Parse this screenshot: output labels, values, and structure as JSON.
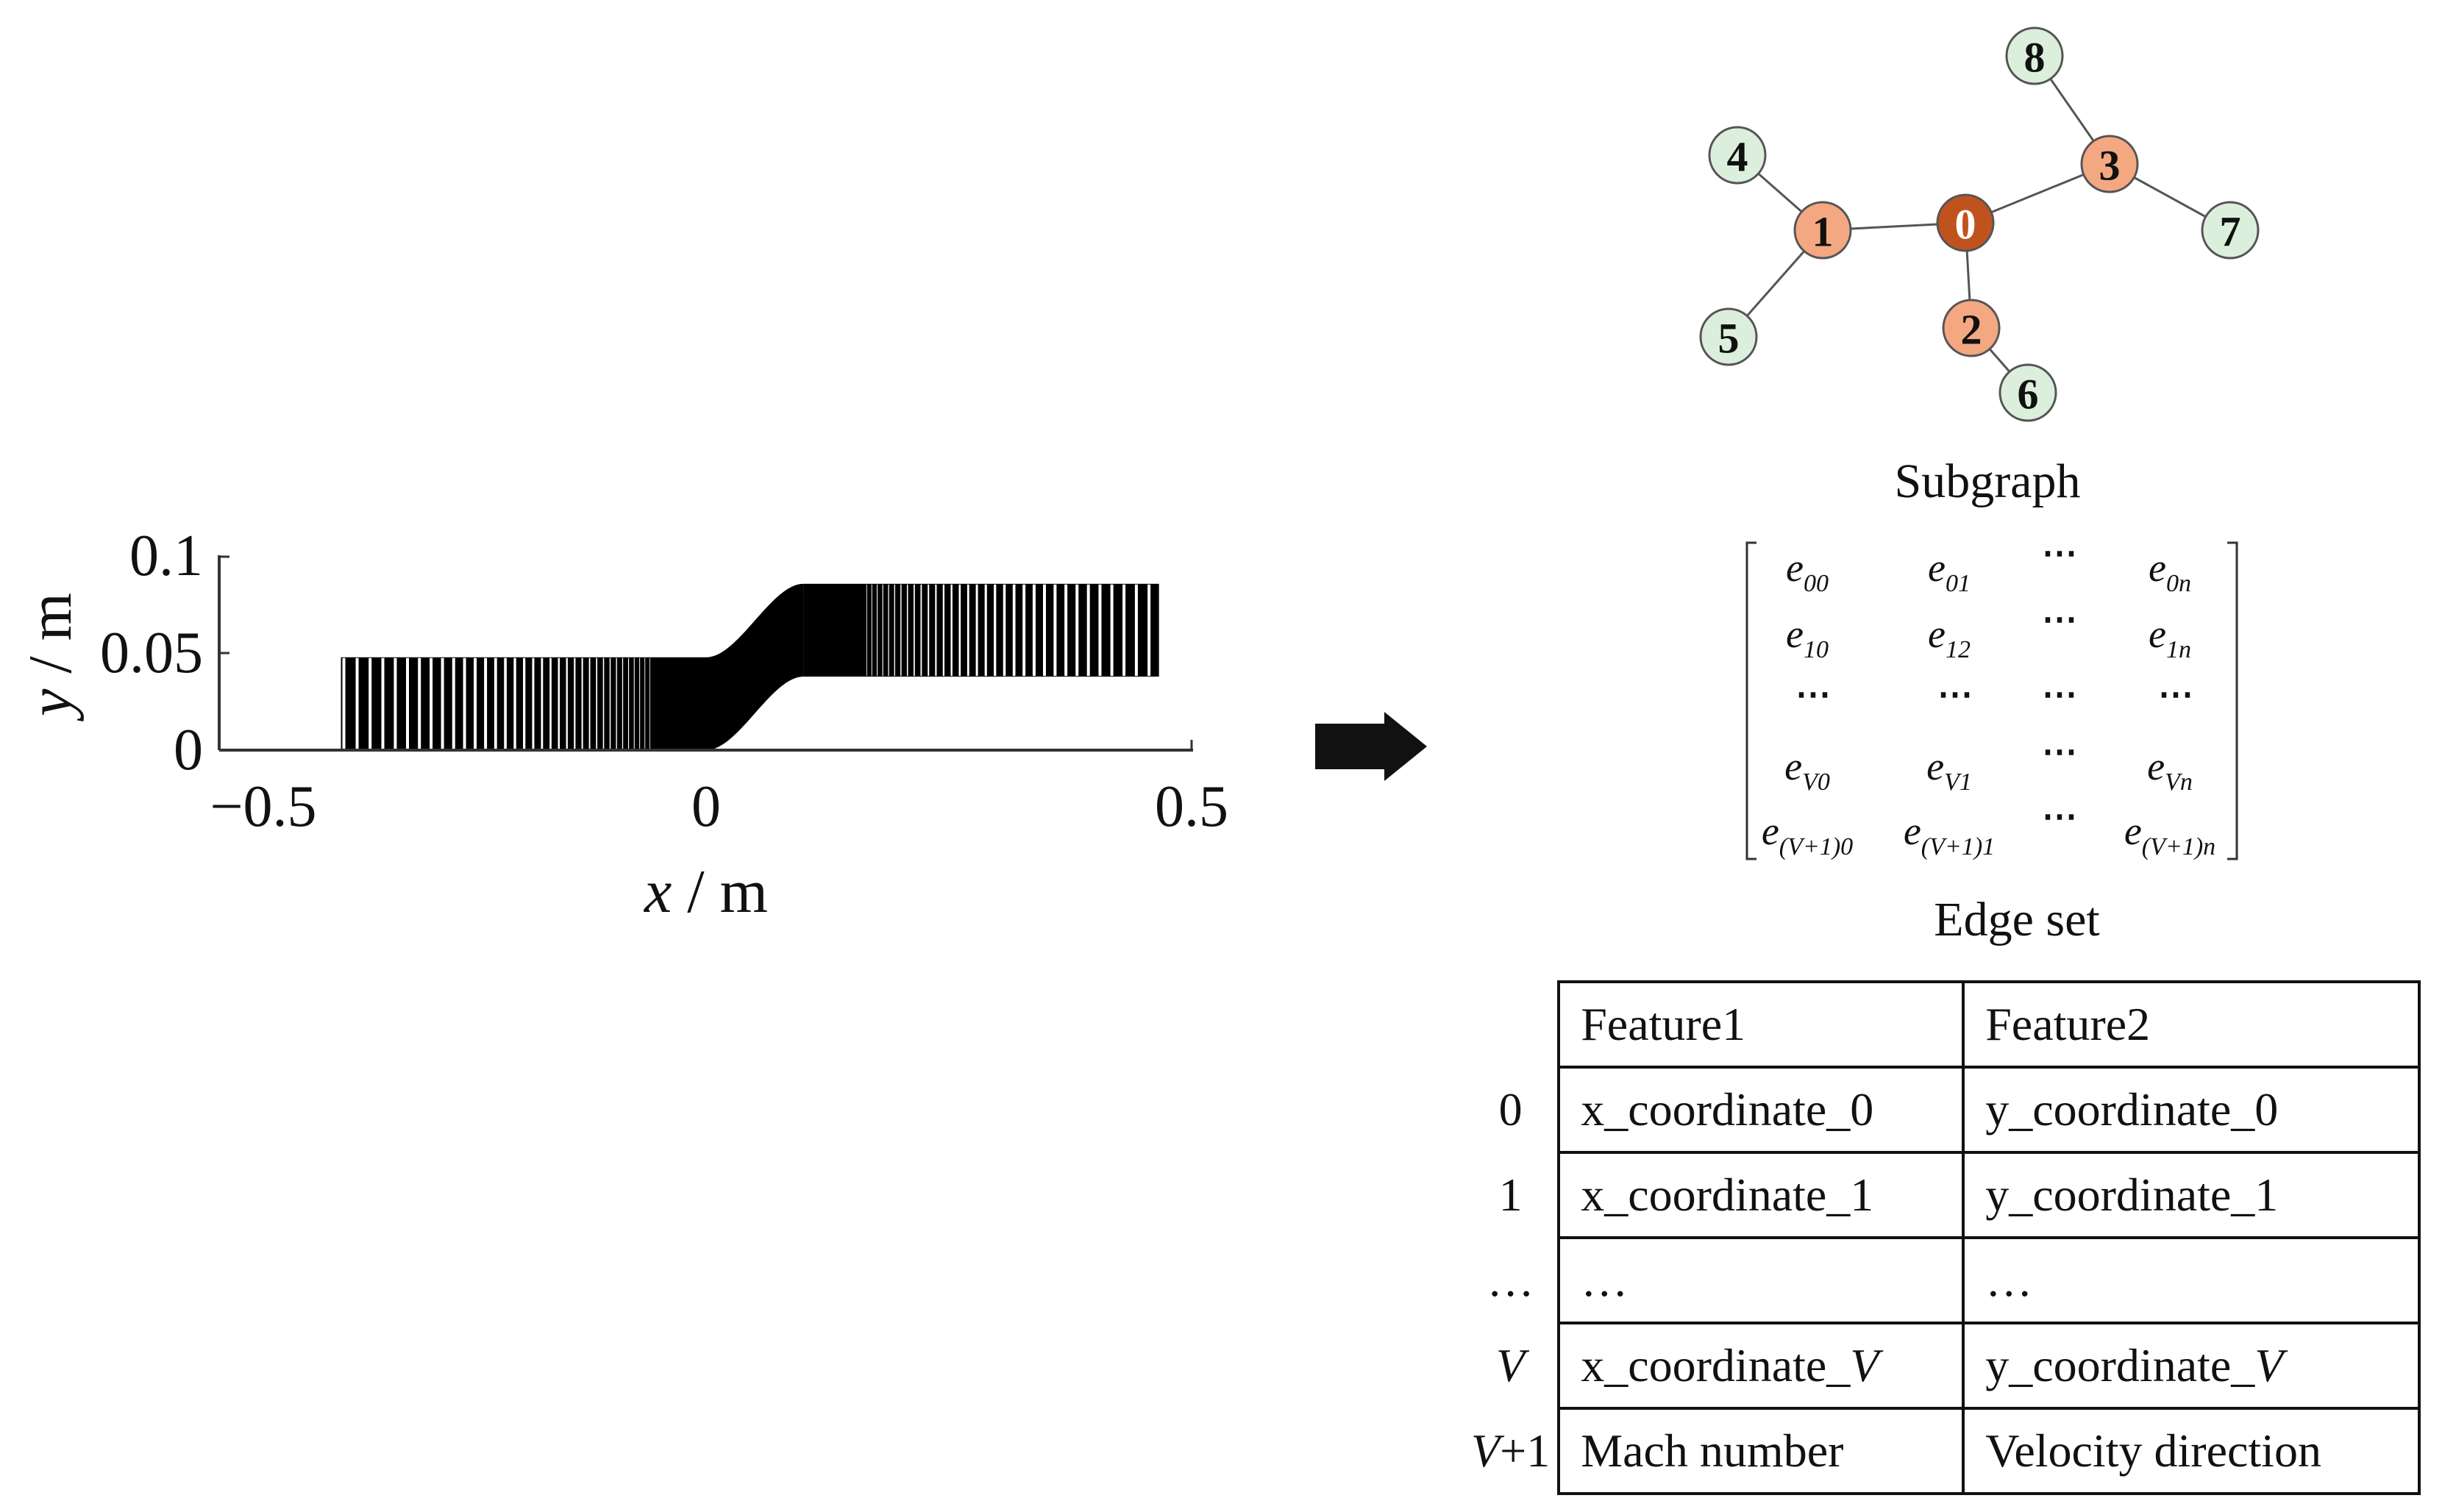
{
  "mesh_plot": {
    "x_ticks": [
      "−0.5",
      "0",
      "0.5"
    ],
    "y_ticks": [
      "0",
      "0.05",
      "0.1"
    ],
    "xlabel_var": "x",
    "xlabel_unit": " / m",
    "ylabel_var": "y",
    "ylabel_unit": " / m",
    "x_range": [
      -0.5,
      0.5
    ],
    "y_range": [
      0,
      0.1
    ],
    "inlet": {
      "x_start": -0.375,
      "x_end": 0.0,
      "y_bottom": 0.0,
      "y_top": 0.048
    },
    "outlet": {
      "x_start": 0.1,
      "x_end": 0.465,
      "y_bottom": 0.038,
      "y_top": 0.086
    }
  },
  "subgraph": {
    "caption": "Subgraph",
    "nodes": [
      {
        "label": "0",
        "kind": "center"
      },
      {
        "label": "1",
        "kind": "first"
      },
      {
        "label": "2",
        "kind": "first"
      },
      {
        "label": "3",
        "kind": "first"
      },
      {
        "label": "4",
        "kind": "second"
      },
      {
        "label": "5",
        "kind": "second"
      },
      {
        "label": "6",
        "kind": "second"
      },
      {
        "label": "7",
        "kind": "second"
      },
      {
        "label": "8",
        "kind": "second"
      }
    ],
    "colors": {
      "center": "#c0531d",
      "first": "#f4a882",
      "second": "#dcefdc",
      "edge": "#555555"
    }
  },
  "edge_set": {
    "caption": "Edge set",
    "rows": [
      [
        {
          "base": "e",
          "sub": "00"
        },
        {
          "base": "e",
          "sub": "01"
        },
        {
          "base": "⋯",
          "sub": ""
        },
        {
          "base": "e",
          "sub": "0n"
        }
      ],
      [
        {
          "base": "e",
          "sub": "10"
        },
        {
          "base": "e",
          "sub": "12"
        },
        {
          "base": "⋯",
          "sub": ""
        },
        {
          "base": "e",
          "sub": "1n"
        }
      ],
      [
        {
          "base": "⋯",
          "sub": ""
        },
        {
          "base": "⋯",
          "sub": ""
        },
        {
          "base": "⋯",
          "sub": ""
        },
        {
          "base": "⋯",
          "sub": ""
        }
      ],
      [
        {
          "base": "e",
          "sub": "V0"
        },
        {
          "base": "e",
          "sub": "V1"
        },
        {
          "base": "⋯",
          "sub": ""
        },
        {
          "base": "e",
          "sub": "Vn"
        }
      ],
      [
        {
          "base": "e",
          "sub": "(V+1)0"
        },
        {
          "base": "e",
          "sub": "(V+1)1"
        },
        {
          "base": "⋯",
          "sub": ""
        },
        {
          "base": "e",
          "sub": "(V+1)n"
        }
      ]
    ]
  },
  "feature_table": {
    "headers": [
      "Feature1",
      "Feature2"
    ],
    "rows": [
      {
        "label": "0",
        "f1": "x_coordinate_0",
        "f2": "y_coordinate_0"
      },
      {
        "label": "1",
        "f1": "x_coordinate_1",
        "f2": "y_coordinate_1"
      },
      {
        "label": "…",
        "f1": "…",
        "f2": "…"
      },
      {
        "label": "V",
        "f1_prefix": "x_coordinate_",
        "f1_var": "V",
        "f2_prefix": "y_coordinate_",
        "f2_var": "V"
      },
      {
        "label_var": "V",
        "label_rest": "+1",
        "f1": "Mach number",
        "f2": "Velocity direction"
      }
    ]
  }
}
